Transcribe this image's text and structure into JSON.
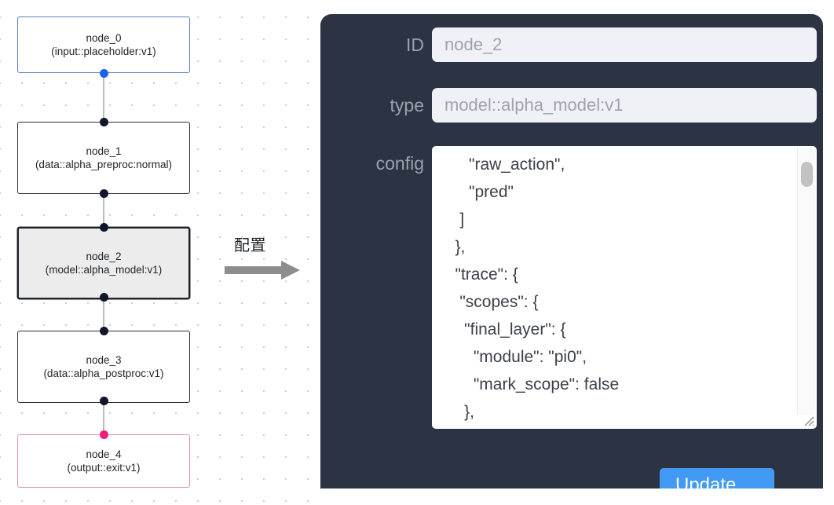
{
  "graph": {
    "nodes": [
      {
        "id": "node_0",
        "type_line": "(input::placeholder:v1)",
        "style": "input"
      },
      {
        "id": "node_1",
        "type_line": "(data::alpha_preproc:normal)",
        "style": "default"
      },
      {
        "id": "node_2",
        "type_line": "(model::alpha_model:v1)",
        "style": "selected"
      },
      {
        "id": "node_3",
        "type_line": "(data::alpha_postproc:v1)",
        "style": "default"
      },
      {
        "id": "node_4",
        "type_line": "(output::exit:v1)",
        "style": "output"
      }
    ],
    "colors": {
      "input_border": "#5b7fc4",
      "output_border": "#e48fb6",
      "default_border": "#2b2e37",
      "selected_fill": "#ececec",
      "edge": "#b8bcc4",
      "port_default": "#10162b",
      "port_input": "#1b62e8",
      "port_output": "#f01e79"
    }
  },
  "annotation": {
    "label": "配置",
    "arrow_icon": "right-arrow-icon"
  },
  "panel": {
    "fields": {
      "id": {
        "label": "ID",
        "value": "node_2"
      },
      "type": {
        "label": "type",
        "value": "model::alpha_model:v1"
      },
      "config": {
        "label": "config",
        "value": "      \"raw_action\",\n      \"pred\"\n    ]\n   },\n   \"trace\": {\n    \"scopes\": {\n     \"final_layer\": {\n       \"module\": \"pi0\",\n       \"mark_scope\": false\n     },\n     \"action_model\": {"
      }
    },
    "update_button": {
      "label": "Update",
      "color": "#429af5"
    },
    "background_color": "#2c3443"
  }
}
